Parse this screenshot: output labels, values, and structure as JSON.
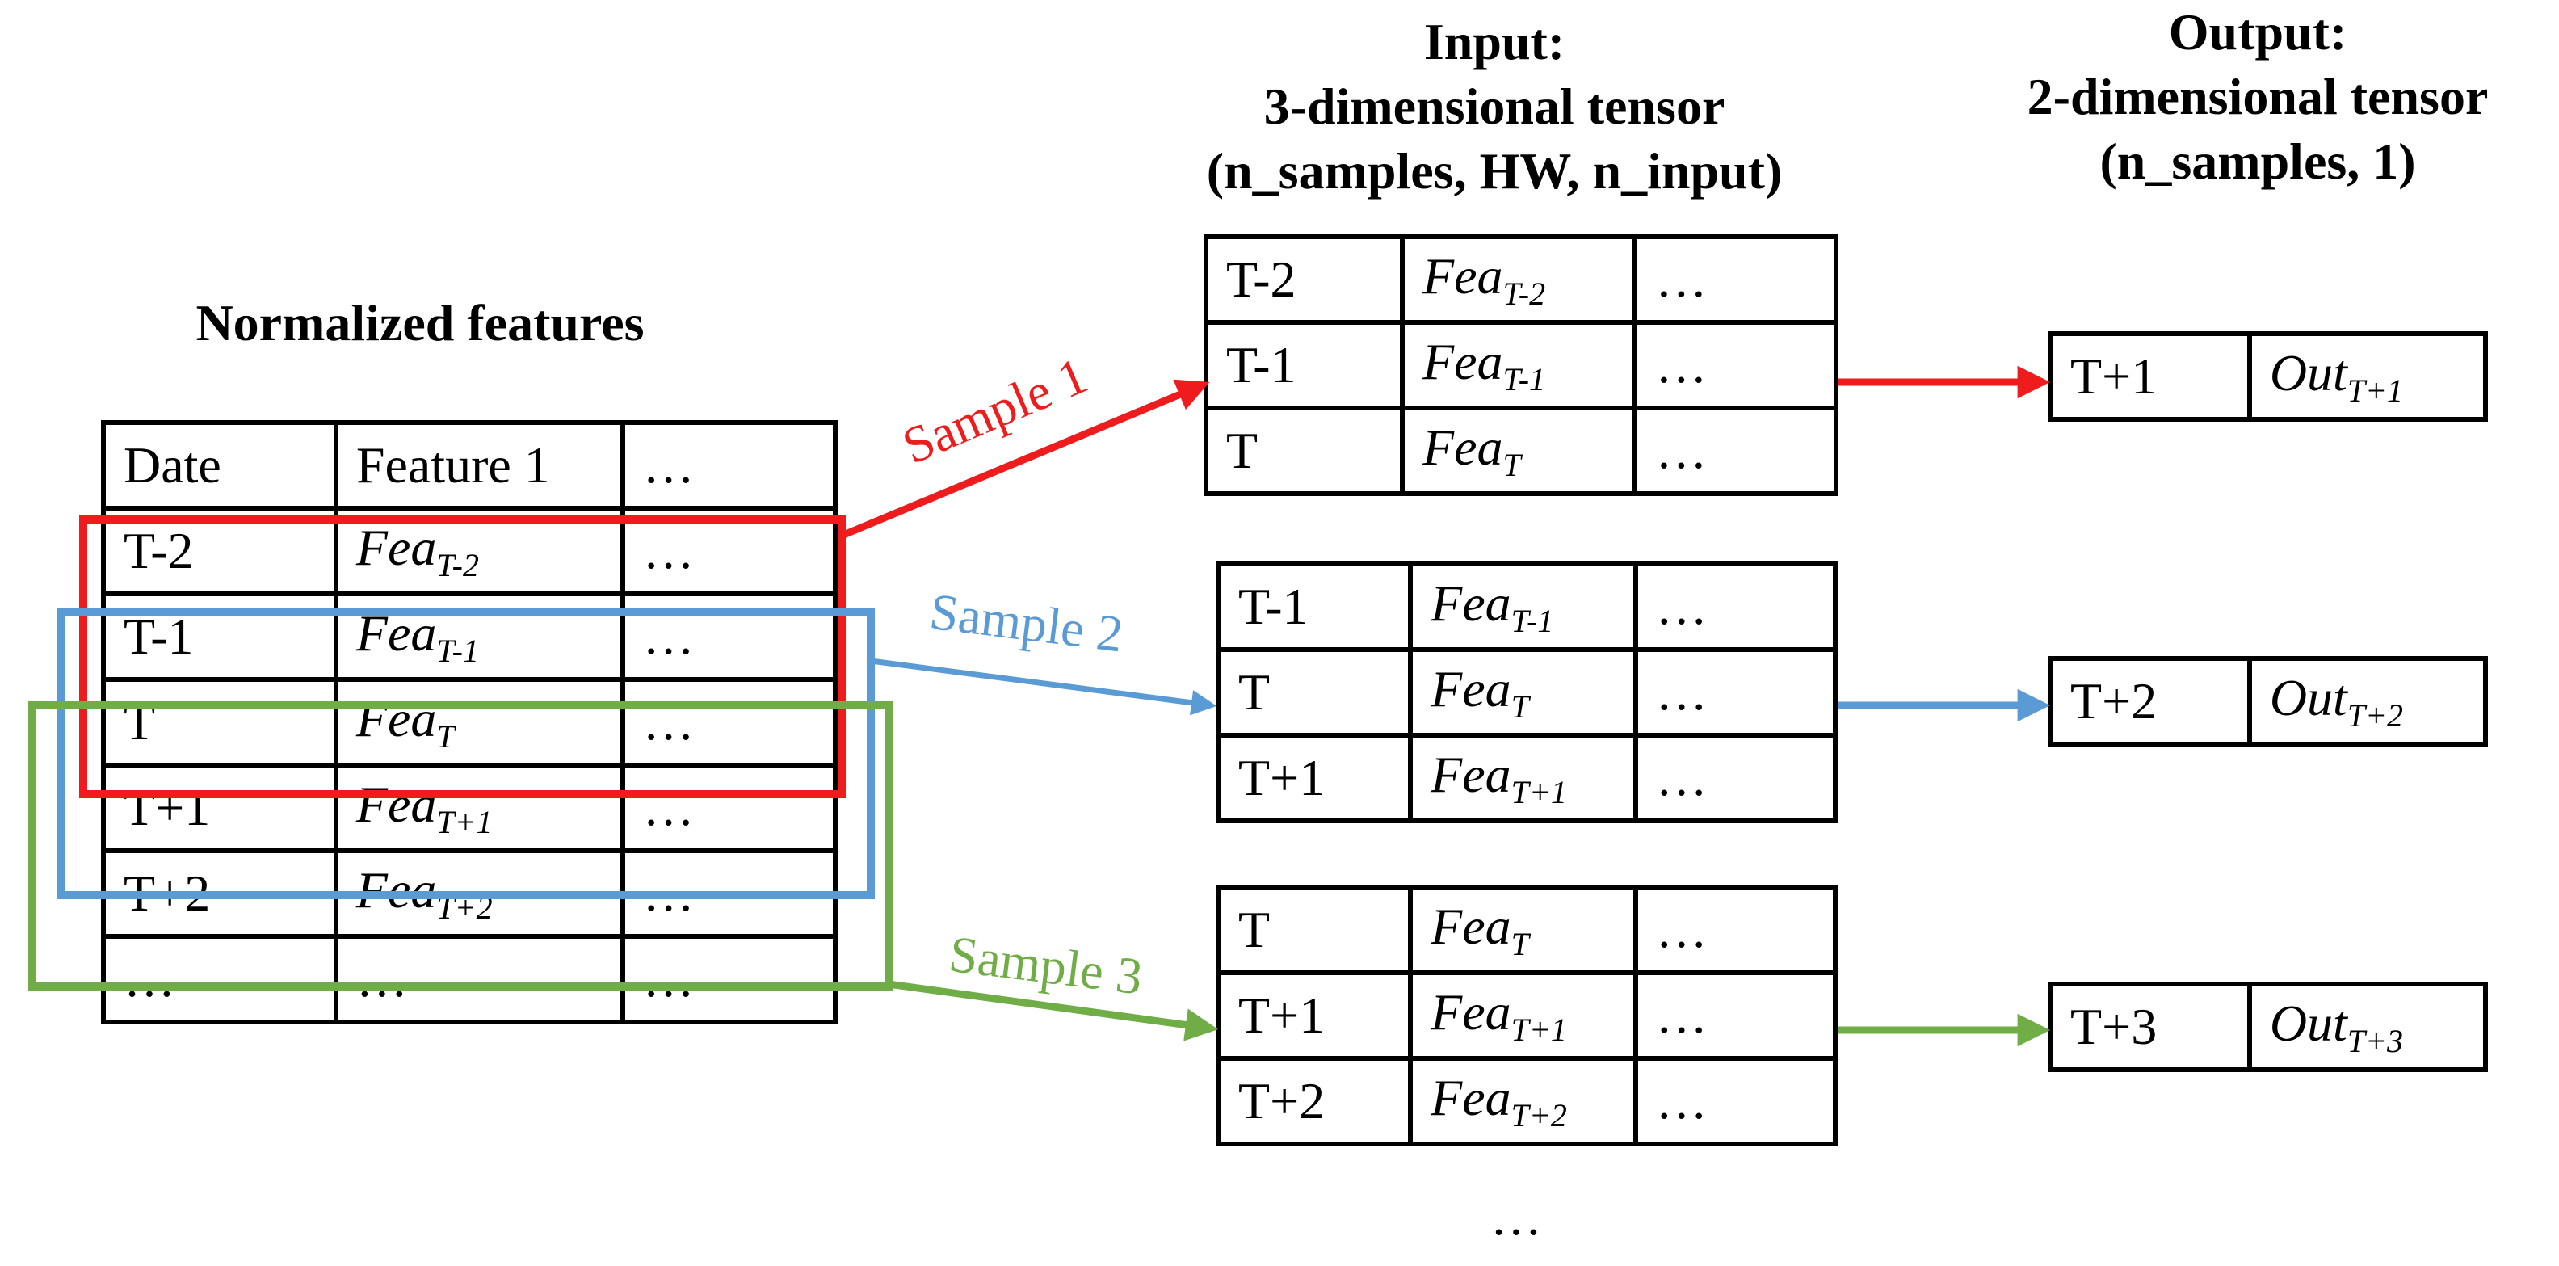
{
  "labels": {
    "normalized": "Normalized features",
    "input_l1": "Input:",
    "input_l2": "3-dimensional tensor",
    "input_l3": "(n_samples, HW, n_input)",
    "output_l1": "Output:",
    "output_l2": "2-dimensional tensor",
    "output_l3": "(n_samples, 1)",
    "more": "…"
  },
  "colors": {
    "sample1": "#ee1c1c",
    "sample2": "#5b9bd5",
    "sample3": "#70ad47"
  },
  "feature_table": {
    "header": {
      "date": "Date",
      "feature": "Feature 1",
      "more": "…"
    },
    "rows": [
      {
        "date": "T-2",
        "fea": "Fea",
        "sub": "T-2",
        "more": "…"
      },
      {
        "date": "T-1",
        "fea": "Fea",
        "sub": "T-1",
        "more": "…"
      },
      {
        "date": "T",
        "fea": "Fea",
        "sub": "T",
        "more": "…"
      },
      {
        "date": "T+1",
        "fea": "Fea",
        "sub": "T+1",
        "more": "…"
      },
      {
        "date": "T+2",
        "fea": "Fea",
        "sub": "T+2",
        "more": "…"
      },
      {
        "date": "…",
        "fea": "…",
        "sub": "",
        "more": "…"
      }
    ]
  },
  "samples": [
    {
      "label": "Sample 1",
      "input_rows": [
        {
          "date": "T-2",
          "fea": "Fea",
          "sub": "T-2",
          "more": "…"
        },
        {
          "date": "T-1",
          "fea": "Fea",
          "sub": "T-1",
          "more": "…"
        },
        {
          "date": "T",
          "fea": "Fea",
          "sub": "T",
          "more": "…"
        }
      ],
      "output": {
        "date": "T+1",
        "out": "Out",
        "sub": "T+1"
      }
    },
    {
      "label": "Sample 2",
      "input_rows": [
        {
          "date": "T-1",
          "fea": "Fea",
          "sub": "T-1",
          "more": "…"
        },
        {
          "date": "T",
          "fea": "Fea",
          "sub": "T",
          "more": "…"
        },
        {
          "date": "T+1",
          "fea": "Fea",
          "sub": "T+1",
          "more": "…"
        }
      ],
      "output": {
        "date": "T+2",
        "out": "Out",
        "sub": "T+2"
      }
    },
    {
      "label": "Sample 3",
      "input_rows": [
        {
          "date": "T",
          "fea": "Fea",
          "sub": "T",
          "more": "…"
        },
        {
          "date": "T+1",
          "fea": "Fea",
          "sub": "T+1",
          "more": "…"
        },
        {
          "date": "T+2",
          "fea": "Fea",
          "sub": "T+2",
          "more": "…"
        }
      ],
      "output": {
        "date": "T+3",
        "out": "Out",
        "sub": "T+3"
      }
    }
  ]
}
